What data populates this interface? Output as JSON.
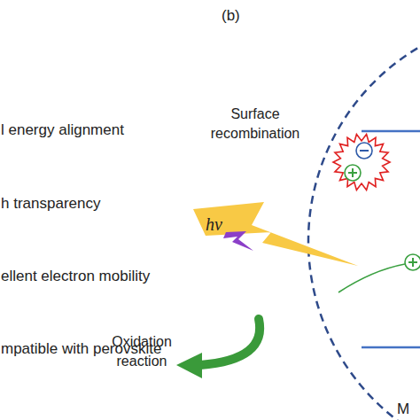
{
  "diagram": {
    "labels": [
      "(b)",
      "l energy alignment",
      "h transparency",
      "ellent electron mobility",
      "mpatible with perovskite",
      "Surface recombination",
      "hν",
      "Oxidation reaction",
      "M"
    ]
  }
}
